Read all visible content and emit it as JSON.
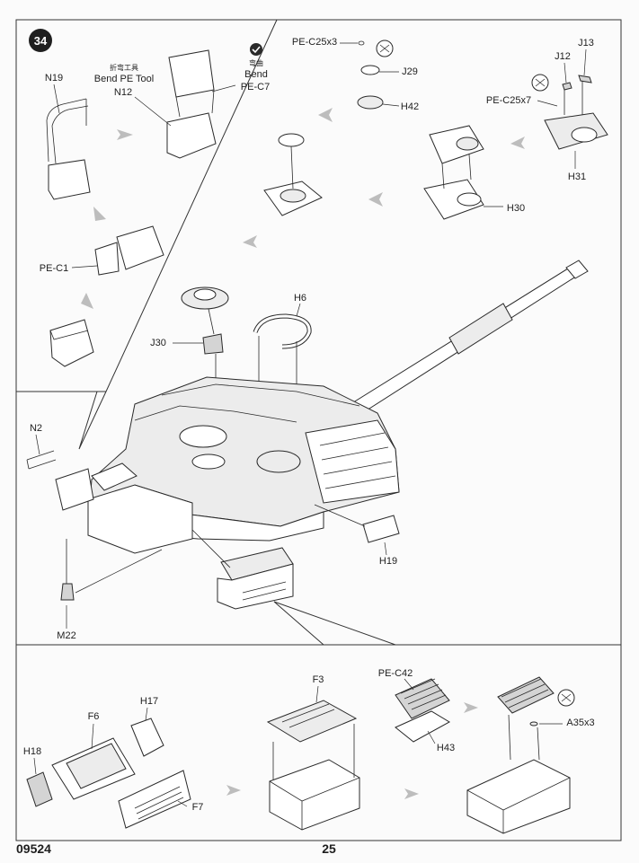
{
  "step": {
    "number": "34"
  },
  "bend_tool": {
    "cn": "折弯工具",
    "en": "Bend PE Tool",
    "icon": "bend-check-icon",
    "icon_cn": "弯曲",
    "icon_en": "Bend"
  },
  "labels": {
    "N19": "N19",
    "N12": "N12",
    "PE_C7": "PE-C7",
    "PE_C1": "PE-C1",
    "PE_C25x3": "PE-C25x3",
    "J29": "J29",
    "H42": "H42",
    "J13": "J13",
    "J12": "J12",
    "PE_C25x7": "PE-C25x7",
    "H31": "H31",
    "H30": "H30",
    "H6": "H6",
    "J30": "J30",
    "N2": "N2",
    "H19": "H19",
    "M22": "M22",
    "F3": "F3",
    "PE_C42": "PE-C42",
    "H17": "H17",
    "F6": "F6",
    "H18": "H18",
    "F7": "F7",
    "H43": "H43",
    "A35x3": "A35x3"
  },
  "footer": {
    "model_number": "09524",
    "page_number": "25"
  }
}
